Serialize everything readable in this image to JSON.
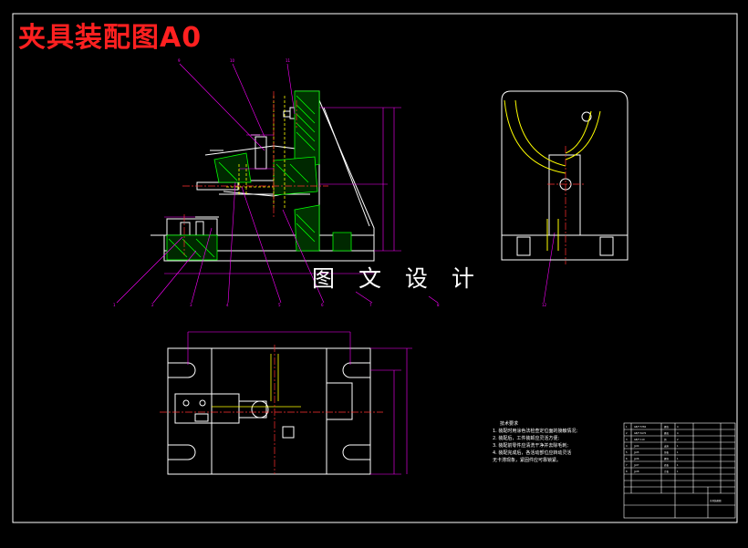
{
  "drawing": {
    "title": "夹具装配图A0",
    "watermark": "图 文 设 计",
    "tech_requirements": {
      "heading": "技术要求",
      "items": [
        "1. 装配时用涂色法检查定位面的接触情况;",
        "2. 装配后，工件装卸应灵活方便;",
        "3. 装配前零件应清洗干净并去除毛刺;",
        "4. 装配完成后，各活动部位应转动灵活",
        "   无卡滞现象，紧固件应可靠锁紧。"
      ]
    },
    "colors": {
      "background": "#000000",
      "outline": "#ffffff",
      "hidden_line": "#ffff00",
      "center_line": "#ff3030",
      "leader": "#ff00ff",
      "dimension": "#ff00ff",
      "hatch": "#00ff00",
      "title_text": "#ff2020"
    }
  }
}
